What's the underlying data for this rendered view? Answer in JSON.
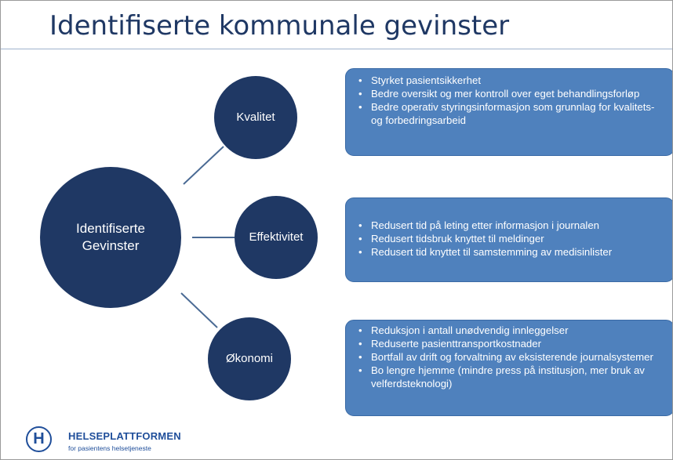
{
  "title": "Identifiserte kommunale gevinster",
  "center": {
    "label": "Identifiserte\nGevinster"
  },
  "branches": [
    {
      "label": "Kvalitet",
      "items": [
        "Styrket pasientsikkerhet",
        "Bedre oversikt og mer kontroll over eget behandlingsforløp",
        "Bedre operativ styringsinformasjon som grunnlag for kvalitets- og forbedringsarbeid"
      ]
    },
    {
      "label": "Effektivitet",
      "items": [
        "Redusert tid på leting etter informasjon i journalen",
        "Redusert tidsbruk knyttet til meldinger",
        "Redusert tid knyttet til samstemming av medisinlister"
      ]
    },
    {
      "label": "Økonomi",
      "items": [
        "Reduksjon i antall unødvendig innleggelser",
        "Reduserte pasienttransportkostnader",
        "Bortfall av drift og forvaltning av eksisterende journalsystemer",
        "Bo lengre hjemme (mindre press på institusjon, mer bruk av velferdsteknologi)"
      ]
    }
  ],
  "logo": {
    "letter": "H",
    "name": "HELSEPLATTFORMEN",
    "tagline": "for pasientens helsetjeneste"
  },
  "colors": {
    "circle": "#1f3864",
    "box": "#4f81bd",
    "title": "#1f3864",
    "brand": "#1f4e9a"
  }
}
